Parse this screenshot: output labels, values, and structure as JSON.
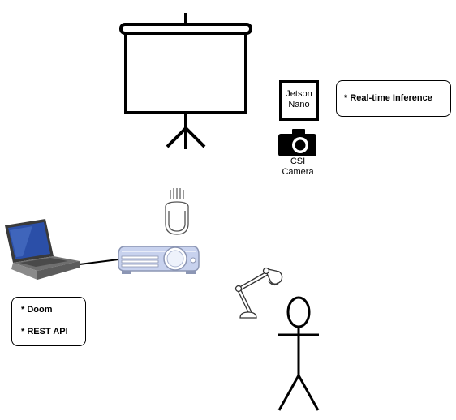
{
  "jetson": {
    "line1": "Jetson",
    "line2": "Nano"
  },
  "camera": {
    "line1": "CSI",
    "line2": "Camera"
  },
  "inference_box": {
    "text": "* Real-time Inference"
  },
  "laptop_box": {
    "item1": "* Doom",
    "item2": "* REST API"
  },
  "colors": {
    "stroke": "#000000",
    "projector_body": "#c8d2ee",
    "laptop_screen": "#2b4fa8"
  }
}
